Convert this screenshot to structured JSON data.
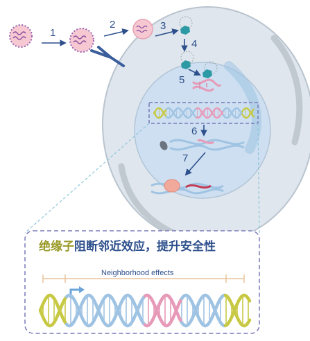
{
  "steps": [
    "1",
    "2",
    "3",
    "4",
    "5",
    "6",
    "7"
  ],
  "insulator_box": {
    "title_part1": "绝缘子",
    "title_part2": "阻断邻近效应，提升安全性",
    "neighborhood_label": "Neighborhood effects"
  },
  "colors": {
    "cell": "#d9e2ea",
    "cell_edge": "#aebac5",
    "nucleus": "#cfe0f0",
    "virus_fill": "#f5c8d2",
    "virus_spike": "#9a5fae",
    "arrow": "#2d4f8c",
    "dna_blue": "#9fc3e3",
    "dna_pink": "#e79ab8",
    "dna_yellow": "#c7c944",
    "box_border": "#7a7ab8",
    "dashed_link": "#8fc6da"
  }
}
